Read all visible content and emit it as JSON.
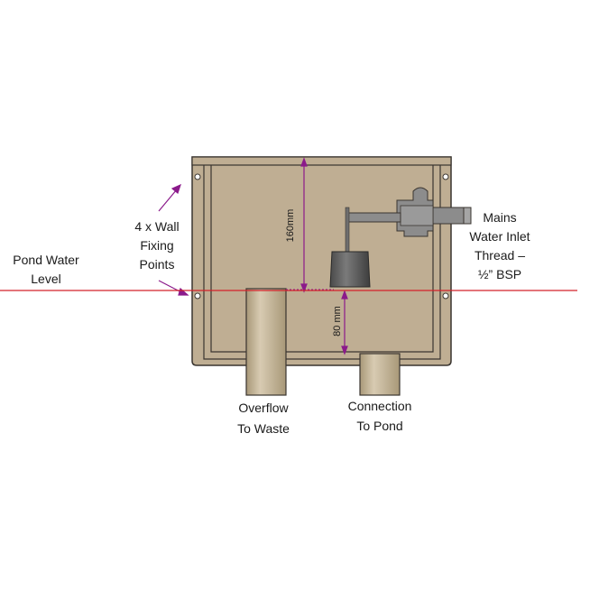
{
  "labels": {
    "wall_fixing_line1": "4 x Wall",
    "wall_fixing_line2": "Fixing",
    "wall_fixing_line3": "Points",
    "pond_level_line1": "Pond Water",
    "pond_level_line2": "Level",
    "mains_line1": "Mains",
    "mains_line2": "Water Inlet",
    "mains_line3": "Thread –",
    "mains_line4": "½” BSP",
    "overflow_line1": "Overflow",
    "overflow_line2": "To Waste",
    "connection_line1": "Connection",
    "connection_line2": "To Pond",
    "dim_upper": "160mm",
    "dim_lower": "80 mm"
  },
  "colors": {
    "tank_fill": "#bfae93",
    "tank_outline": "#3a3530",
    "pipe_fill": "#bfae93",
    "water_line": "#d4202a",
    "dimension": "#8b1a8b",
    "valve_grey": "#8c8c8c",
    "float_dark": "#555555"
  }
}
